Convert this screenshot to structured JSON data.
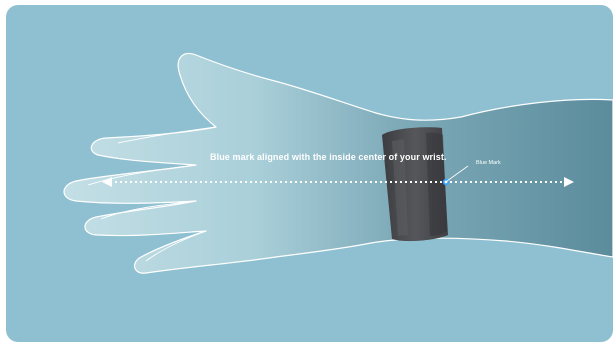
{
  "instruction": {
    "text": "Blue mark aligned with the inside center of your wrist."
  },
  "marker": {
    "label": "Blue Mark"
  },
  "colors": {
    "background": "#8fc0d1",
    "hand_light": "#bad8e0",
    "arm_dark": "#5e8f9f",
    "strap": "#48494d",
    "outline": "#ffffff",
    "blue_mark": "#3aa0ff"
  },
  "icons": {
    "arrows": "double-headed-dotted-arrow"
  }
}
